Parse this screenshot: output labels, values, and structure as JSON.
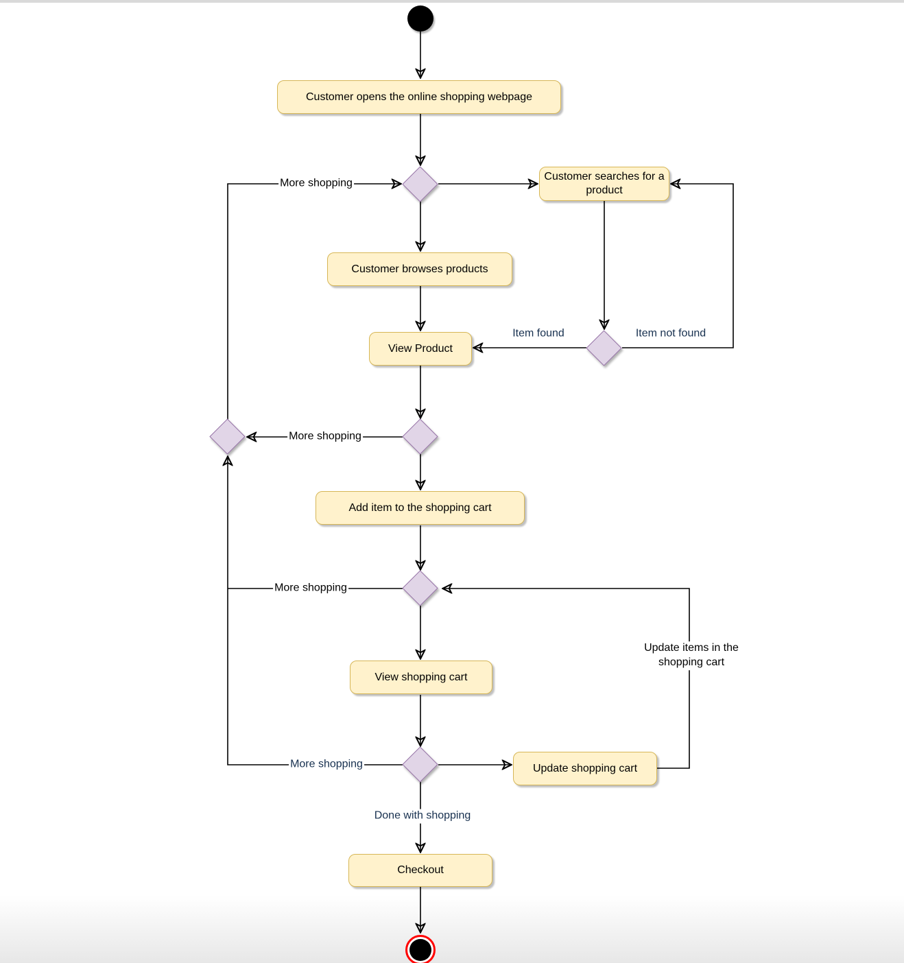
{
  "diagram_type": "uml-activity-flowchart",
  "colors": {
    "activity_fill": "#FFF2CC",
    "activity_border": "#D6B656",
    "decision_fill": "#E1D5E7",
    "decision_border": "#9673A6",
    "edge": "#000000",
    "label_navy": "#17304F",
    "end_ring": "#FF0000"
  },
  "activities": {
    "open_webpage": "Customer opens the online shopping webpage",
    "search_product": "Customer searches for a product",
    "browse_products": "Customer browses products",
    "view_product": "View Product",
    "add_item": "Add item to the shopping cart",
    "view_cart": "View shopping cart",
    "update_cart": "Update shopping cart",
    "checkout": "Checkout"
  },
  "edge_labels": {
    "more_shopping_top": "More shopping",
    "more_shopping_mid": "More shopping",
    "more_shopping_cart": "More shopping",
    "more_shopping_update": "More shopping",
    "item_found": "Item found",
    "item_not_found": "Item not found",
    "update_items": "Update items in the shopping cart",
    "done_with_shopping": "Done with shopping"
  }
}
